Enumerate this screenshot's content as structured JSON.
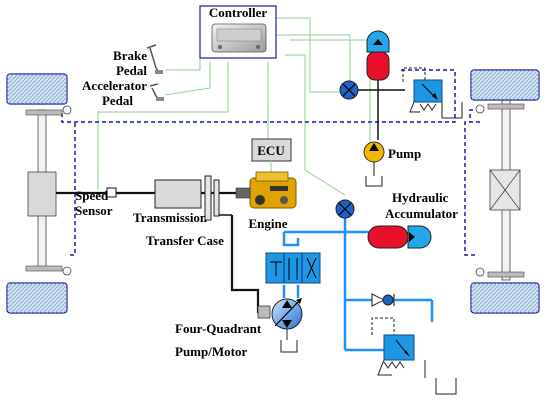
{
  "labels": {
    "controller": "Controller",
    "brake": "Brake",
    "pedal1": "Pedal",
    "accelerator": "Accelerator",
    "pedal2": "Pedal",
    "ecu": "ECU",
    "pump": "Pump",
    "hydraulic": "Hydraulic",
    "accumulator": "Accumulator",
    "speed": "Speed",
    "sensor": "Sensor",
    "transmission": "Transmission",
    "engine": "Engine",
    "transfer_case": "Transfer Case",
    "four_quadrant": "Four-Quadrant",
    "pump_motor": "Pump/Motor"
  },
  "colors": {
    "signal_line": "#8fd18f",
    "hydraulic_line": "#1e90ff",
    "dashed_line": "#1a1aa8",
    "wheel_fill": "#cfe3f5",
    "accumulator_red": "#e8102a",
    "accumulator_blue": "#22a8e8",
    "valve_blue": "#1e96e6",
    "pump_yellow": "#f5b800",
    "ecu_fill": "#d9d9d9"
  }
}
